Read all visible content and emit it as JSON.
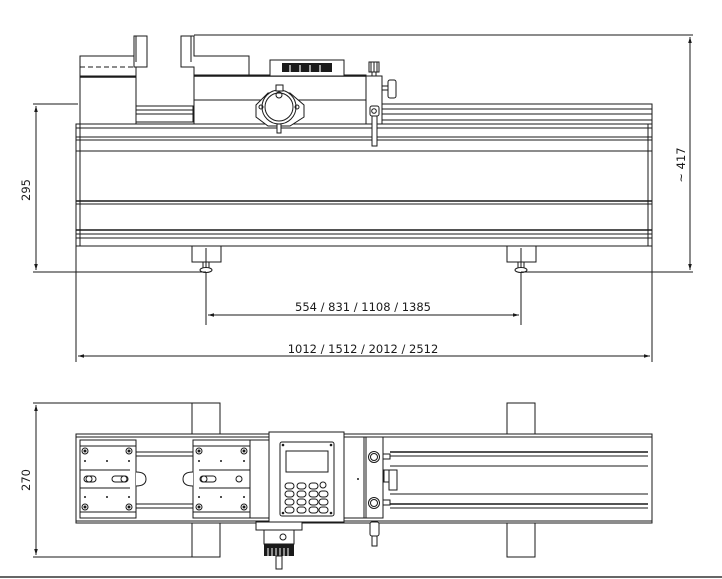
{
  "drawing": {
    "type": "technical-dimension-drawing",
    "views": [
      "side-view",
      "top-view"
    ],
    "line_color": "#1a1a1a",
    "background": "#ffffff"
  },
  "side_view": {
    "dimensions": {
      "left_height": "295",
      "right_height": "~ 417",
      "foot_spacing": "554 / 831 / 1108 / 1385",
      "overall_length": "1012 / 1512 / 2012 / 2512"
    }
  },
  "top_view": {
    "dimensions": {
      "width": "270"
    },
    "controller": {
      "keypad_rows": 4,
      "keypad_cols": 4
    }
  }
}
